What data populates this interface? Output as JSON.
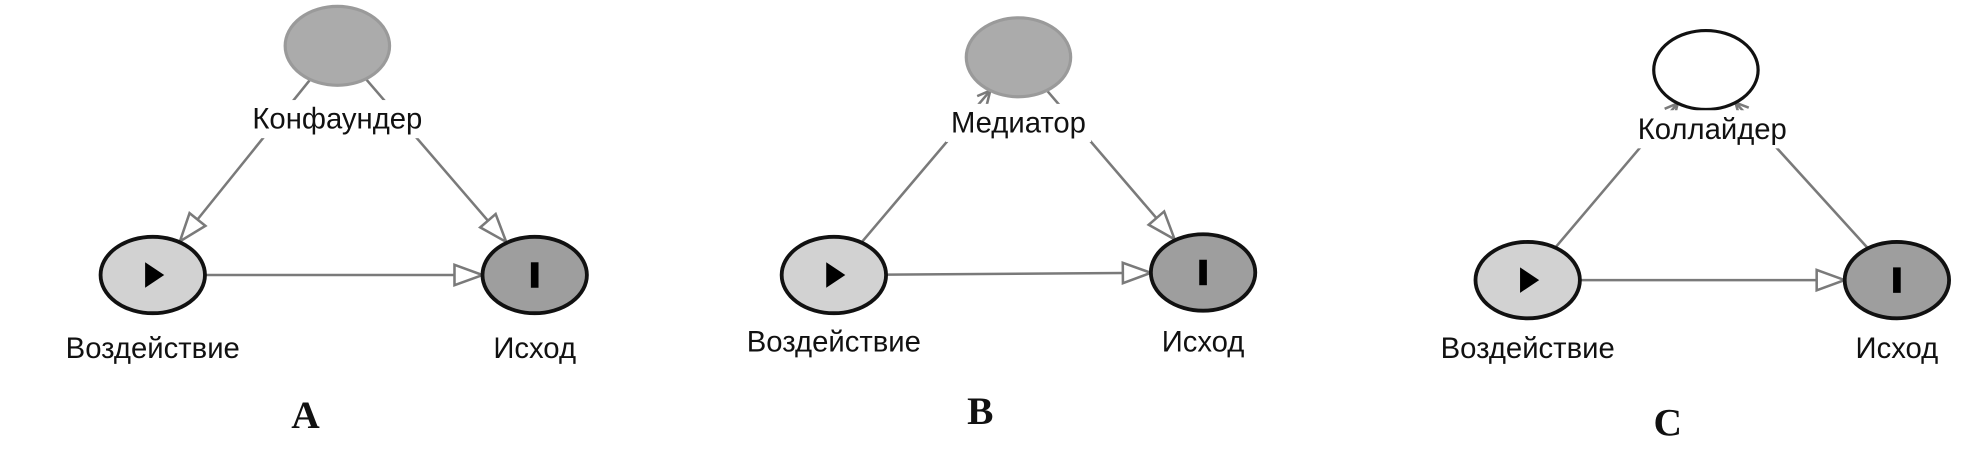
{
  "colors": {
    "exposure_fill": "#d2d2d2",
    "outcome_fill": "#9e9e9e",
    "third_filled": "#ababab",
    "edge": "#7a7a7a",
    "outline": "#111111"
  },
  "panels": [
    {
      "letter": "A",
      "third_label": "Конфаундер",
      "third_style": "filled",
      "exposure_label": "Воздействие",
      "outcome_label": "Исход",
      "edges": [
        {
          "from": "third",
          "to": "exposure",
          "head": "hollow"
        },
        {
          "from": "third",
          "to": "outcome",
          "head": "hollow"
        },
        {
          "from": "exposure",
          "to": "outcome",
          "head": "hollow"
        }
      ]
    },
    {
      "letter": "B",
      "third_label": "Медиатор",
      "third_style": "filled",
      "exposure_label": "Воздействие",
      "outcome_label": "Исход",
      "edges": [
        {
          "from": "exposure",
          "to": "third",
          "head": "open"
        },
        {
          "from": "third",
          "to": "outcome",
          "head": "hollow"
        },
        {
          "from": "exposure",
          "to": "outcome",
          "head": "hollow"
        }
      ]
    },
    {
      "letter": "C",
      "third_label": "Коллайдер",
      "third_style": "empty",
      "exposure_label": "Воздействие",
      "outcome_label": "Исход",
      "edges": [
        {
          "from": "exposure",
          "to": "third",
          "head": "open"
        },
        {
          "from": "outcome",
          "to": "third",
          "head": "open"
        },
        {
          "from": "exposure",
          "to": "outcome",
          "head": "hollow"
        }
      ]
    }
  ]
}
